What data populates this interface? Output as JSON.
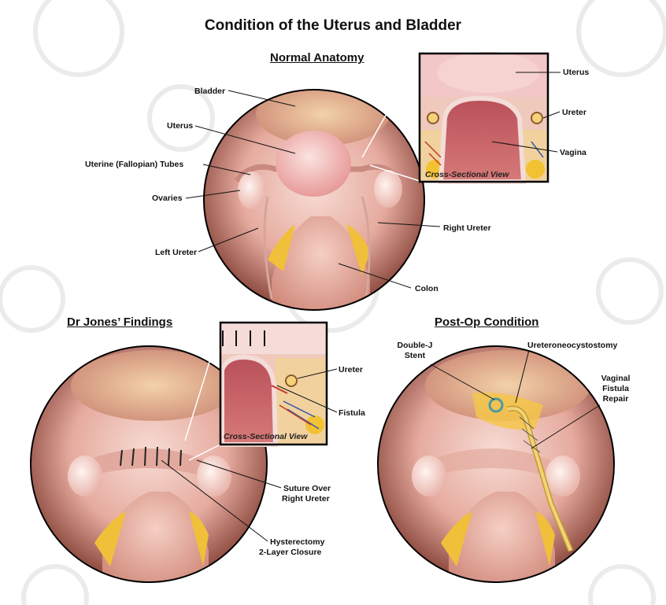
{
  "title": "Condition of the Uterus and Bladder",
  "panels": {
    "normal": {
      "heading": "Normal Anatomy",
      "labels": {
        "bladder": "Bladder",
        "uterus": "Uterus",
        "tubes": "Uterine (Fallopian) Tubes",
        "ovaries": "Ovaries",
        "left_ureter": "Left Ureter",
        "right_ureter": "Right Ureter",
        "colon": "Colon"
      },
      "inset": {
        "caption": "Cross-Sectional View",
        "uterus": "Uterus",
        "ureter": "Ureter",
        "vagina": "Vagina"
      }
    },
    "findings": {
      "heading": "Dr Jones’ Findings",
      "labels": {
        "suture_line1": "Suture Over",
        "suture_line2": "Right Ureter",
        "hyst_line1": "Hysterectomy",
        "hyst_line2": "2-Layer Closure"
      },
      "inset": {
        "caption": "Cross-Sectional View",
        "ureter": "Ureter",
        "fistula": "Fistula"
      }
    },
    "postop": {
      "heading": "Post-Op Condition",
      "labels": {
        "stent_line1": "Double-J",
        "stent_line2": "Stent",
        "ureteroneo": "Ureteroneocystostomy",
        "repair_line1": "Vaginal",
        "repair_line2": "Fistula",
        "repair_line3": "Repair"
      }
    }
  },
  "colors": {
    "tissue_light": "#f4cfc6",
    "tissue_mid": "#e2a195",
    "tissue_dark": "#8c4a3f",
    "fat": "#f2c232",
    "stent": "#e8c454",
    "vessel_red": "#c0392b",
    "vessel_blue": "#3b5aa8"
  }
}
